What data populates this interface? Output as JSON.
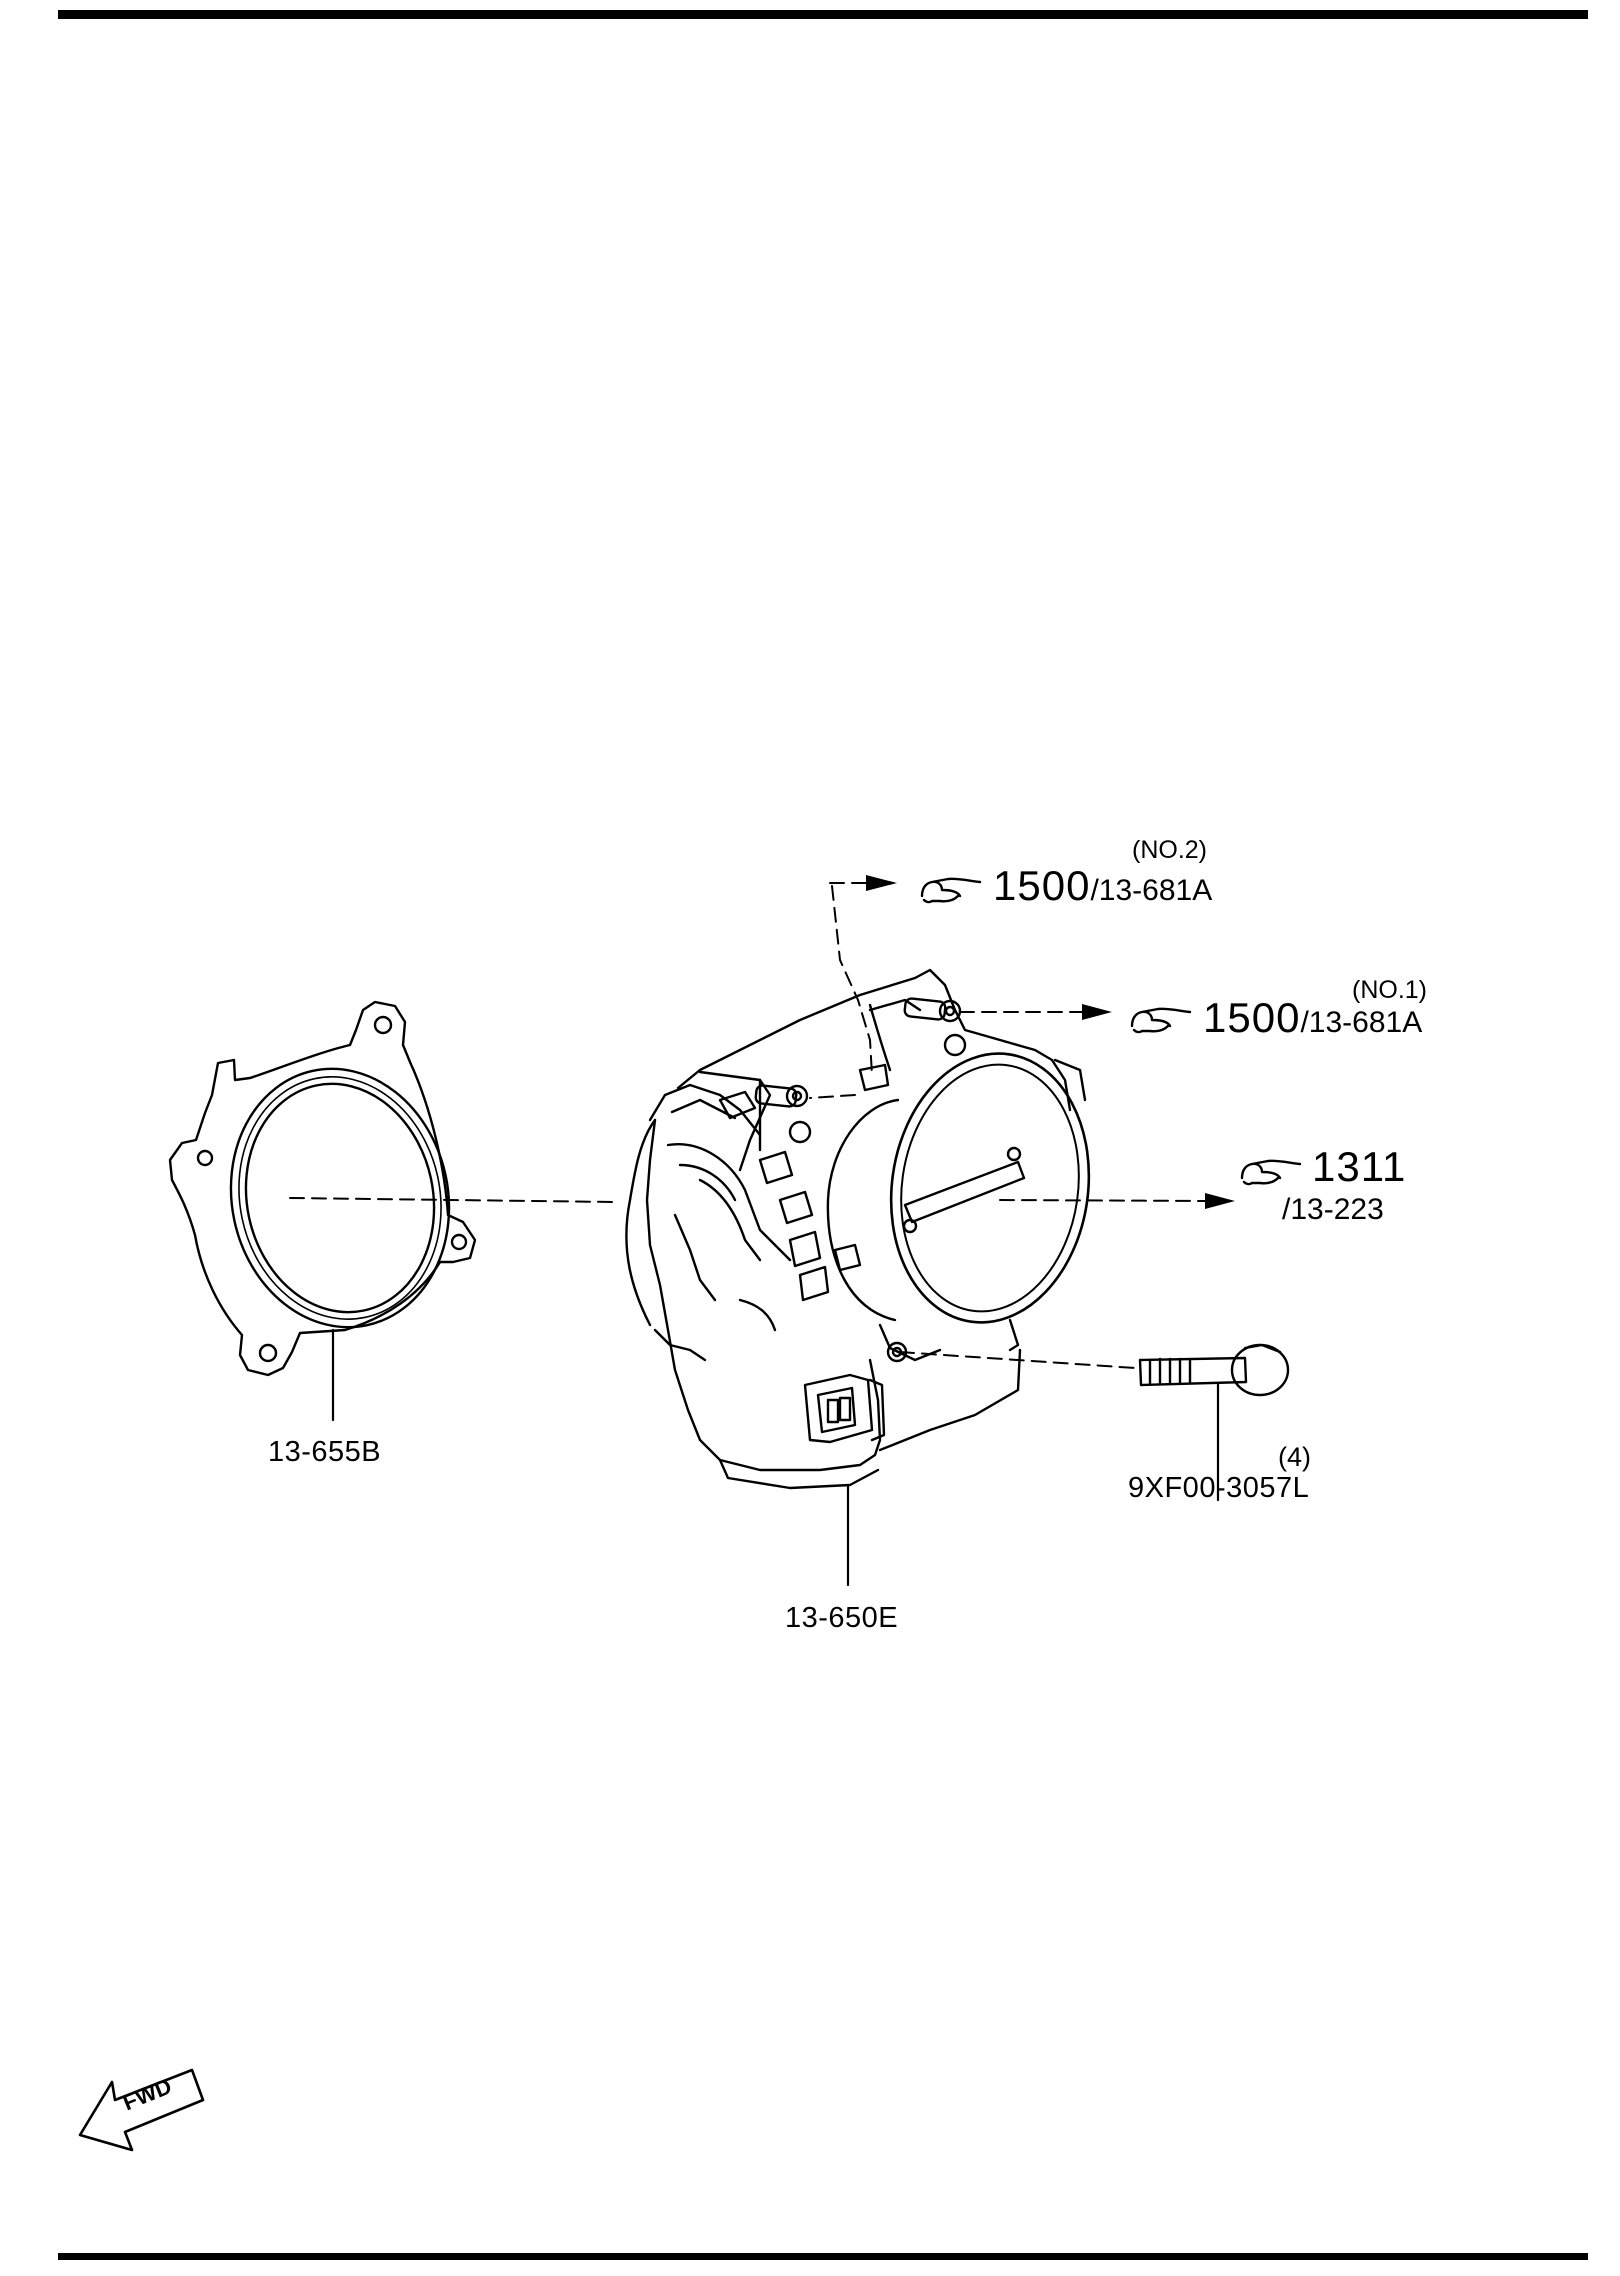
{
  "references": [
    {
      "id": "no2",
      "note": "(NO.2)",
      "page": "1500",
      "sep": "/",
      "section": "13-681A"
    },
    {
      "id": "no1",
      "note": "(NO.1)",
      "page": "1500",
      "sep": "/",
      "section": "13-681A"
    },
    {
      "id": "intake",
      "page": "1311",
      "section": "/13-223"
    }
  ],
  "parts": {
    "gasket": "13-655B",
    "throttle_body": "13-650E",
    "bolt": "9XF00-3057L",
    "bolt_qty": "(4)"
  },
  "fwd_label": "FWD",
  "icons": {
    "reference": "pointing-hand-icon",
    "direction": "fwd-arrow-icon"
  }
}
